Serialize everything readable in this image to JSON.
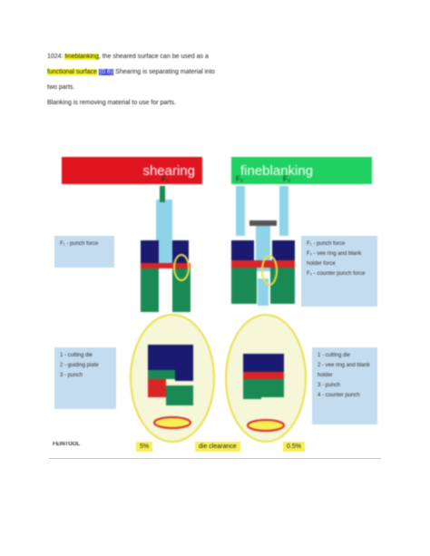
{
  "text": {
    "line1_prefix": "1024: ",
    "line1_highlight": "fineblanking",
    "line1_suffix": ", the sheared surface can be used as a",
    "line2_highlight": "functional surface",
    "line2_tag": "(0.6)",
    "line2_suffix": " Shearing is separating material into",
    "line3": "two parts.",
    "line4": "Blanking is removing material to use for parts."
  },
  "figure": {
    "header_left": "shearing",
    "header_right": "fineblanking",
    "left_top_box": "F₁ - punch force",
    "right_top_box": [
      "F₁ - punch force",
      "F₂ - vee ring and blank holder force",
      "F₃ - counter punch force"
    ],
    "left_bottom_box": [
      "1 - cutting die",
      "2 - guiding plate",
      "3 - punch"
    ],
    "right_bottom_box": [
      "1 - cutting die",
      "2 - vee ring and blank holder",
      "3 - punch",
      "4 - counter punch"
    ],
    "force_label_f1": "F₁",
    "force_label_f2": "F₂",
    "force_label_f3": "F₃",
    "footer_left": "5%",
    "footer_center": "die clearance",
    "footer_right": "0.5%",
    "logo": "FEINTOOL"
  },
  "colors": {
    "red": "#e0141f",
    "green": "#1fd160",
    "steel_green": "#1a8a55",
    "navy": "#1a1a6e",
    "cyan": "#8fd3e8",
    "box_blue": "#c4dcef",
    "highlight_yellow": "#f5f51a"
  }
}
